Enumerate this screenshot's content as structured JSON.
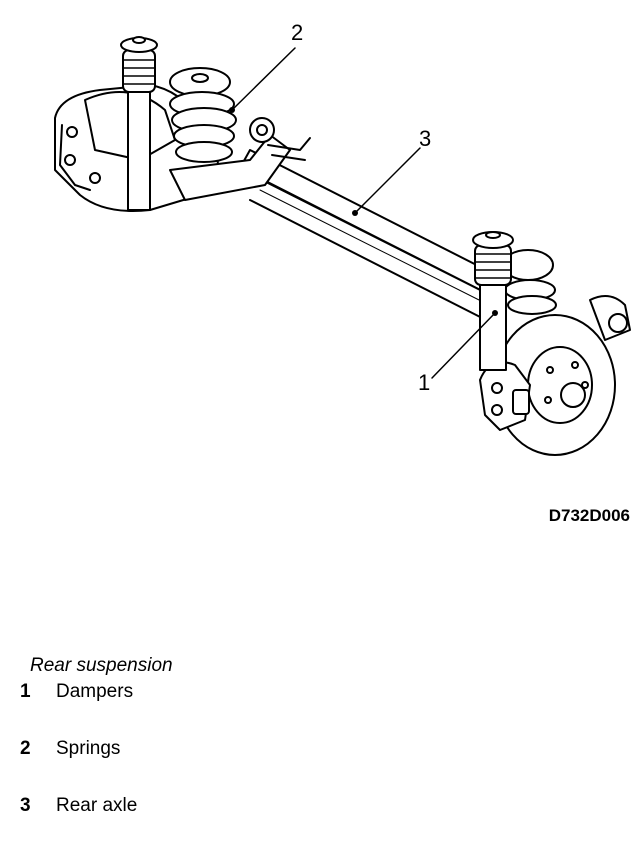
{
  "diagram": {
    "callouts": {
      "c1": "1",
      "c2": "2",
      "c3": "3"
    },
    "figure_code": "D732D006",
    "components": [
      "damper",
      "spring",
      "rear-axle",
      "brake-disc",
      "brake-caliper",
      "hub-carrier",
      "bushing"
    ]
  },
  "legend": {
    "title": "Rear suspension",
    "items": [
      {
        "number": "1",
        "label": "Dampers"
      },
      {
        "number": "2",
        "label": "Springs"
      },
      {
        "number": "3",
        "label": "Rear axle"
      }
    ]
  }
}
